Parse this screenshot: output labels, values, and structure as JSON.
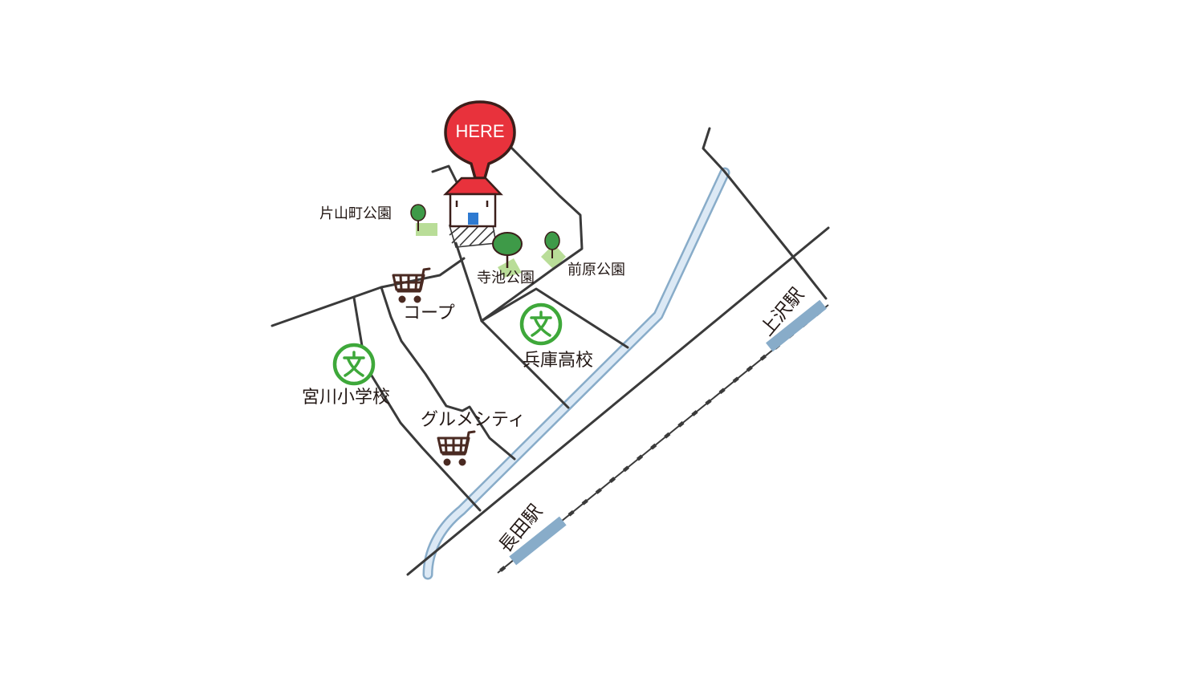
{
  "marker": {
    "text": "HERE",
    "color": "#e8323c"
  },
  "places": {
    "katayama_park": "片山町公園",
    "teraike_park": "寺池公園",
    "maehara_park": "前原公園",
    "coop": "コープ",
    "gourmet_city": "グルメシティ",
    "hyogo_high_school": "兵庫高校",
    "miyagawa_elementary": "宮川小学校"
  },
  "stations": {
    "nagata": "長田駅",
    "kamisawa": "上沢駅"
  },
  "icons": {
    "school": "school-symbol-icon",
    "store": "shopping-cart-icon",
    "park": "tree-icon",
    "destination": "house-icon"
  },
  "colors": {
    "road": "#3a3a3a",
    "river_fill": "#dce9f5",
    "river_edge": "#a9c6e0",
    "station": "#88acc9",
    "park_area": "#b9dd98",
    "school": "#3ea83a",
    "cart": "#4a2a22",
    "tree": "#3e9a48",
    "house_roof": "#e8323c"
  }
}
